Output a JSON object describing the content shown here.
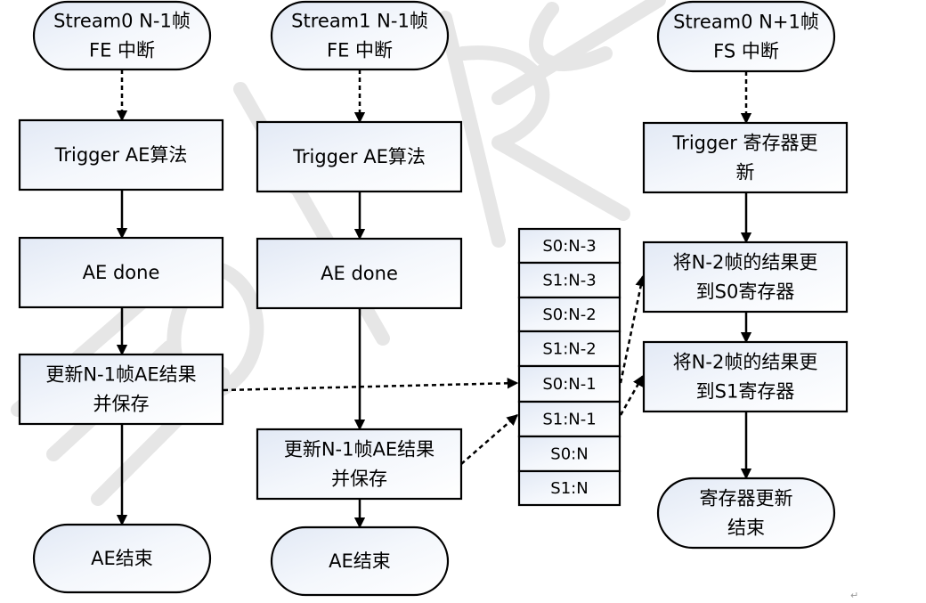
{
  "diagram": {
    "watermark": "HORIZON ROBOTICS",
    "colors": {
      "stroke": "#000000",
      "fill_top": "#e4eaf6",
      "fill_bottom": "#ffffff",
      "watermark": "#e6e6e6"
    },
    "columns": [
      {
        "id": "stream0",
        "start": [
          "Stream0 N-1帧",
          "FE 中断"
        ],
        "steps": [
          [
            "Trigger AE算法"
          ],
          [
            "AE done"
          ],
          [
            "更新N-1帧AE结果",
            "并保存"
          ]
        ],
        "end": [
          "AE结束"
        ]
      },
      {
        "id": "stream1",
        "start": [
          "Stream1 N-1帧",
          "FE 中断"
        ],
        "steps": [
          [
            "Trigger AE算法"
          ],
          [
            "AE done"
          ],
          [
            "更新N-1帧AE结果",
            "并保存"
          ]
        ],
        "end": [
          "AE结束"
        ]
      },
      {
        "id": "register",
        "start": [
          "Stream0 N+1帧",
          "FS 中断"
        ],
        "steps": [
          [
            "Trigger 寄存器更",
            "新"
          ],
          [
            "将N-2帧的结果更",
            "到S0寄存器"
          ],
          [
            "将N-2帧的结果更",
            "到S1寄存器"
          ]
        ],
        "end": [
          "寄存器更新",
          "结束"
        ]
      }
    ],
    "buffer": [
      "S0:N-3",
      "S1:N-3",
      "S0:N-2",
      "S1:N-2",
      "S0:N-1",
      "S1:N-1",
      "S0:N",
      "S1:N"
    ],
    "paragraph_mark": "↵"
  }
}
